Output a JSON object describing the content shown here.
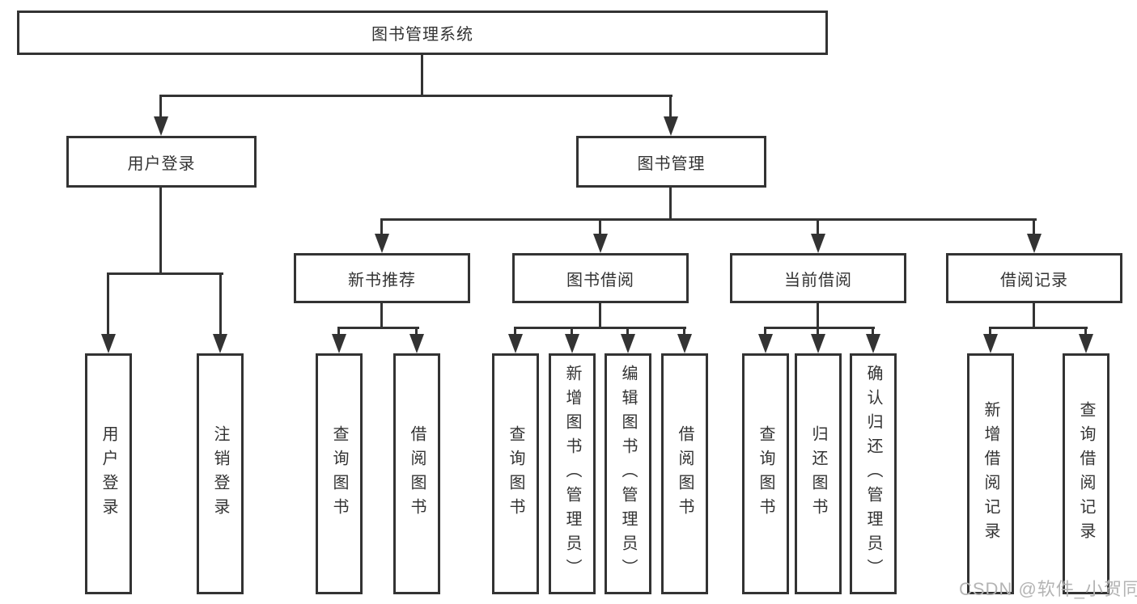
{
  "tree": {
    "root": {
      "label": "图书管理系统"
    },
    "branches": [
      {
        "label": "用户登录",
        "children": [
          {
            "label": "用户登录"
          },
          {
            "label": "注销登录"
          }
        ]
      },
      {
        "label": "图书管理",
        "children": [
          {
            "label": "新书推荐",
            "children": [
              {
                "label": "查询图书"
              },
              {
                "label": "借阅图书"
              }
            ]
          },
          {
            "label": "图书借阅",
            "children": [
              {
                "label": "查询图书"
              },
              {
                "label": "新增图书（管理员）"
              },
              {
                "label": "编辑图书（管理员）"
              },
              {
                "label": "借阅图书"
              }
            ]
          },
          {
            "label": "当前借阅",
            "children": [
              {
                "label": "查询图书"
              },
              {
                "label": "归还图书"
              },
              {
                "label": "确认归还（管理员）"
              }
            ]
          },
          {
            "label": "借阅记录",
            "children": [
              {
                "label": "新增借阅记录"
              },
              {
                "label": "查询借阅记录"
              }
            ]
          }
        ]
      }
    ]
  },
  "watermark": {
    "text": "CSDN @软件_小贺同学"
  },
  "colors": {
    "line": "#333333",
    "box_border": "#333333",
    "box_background": "#ffffff",
    "text": "#333333",
    "watermark": "#b4b4b4",
    "page_background": "#ffffff"
  }
}
